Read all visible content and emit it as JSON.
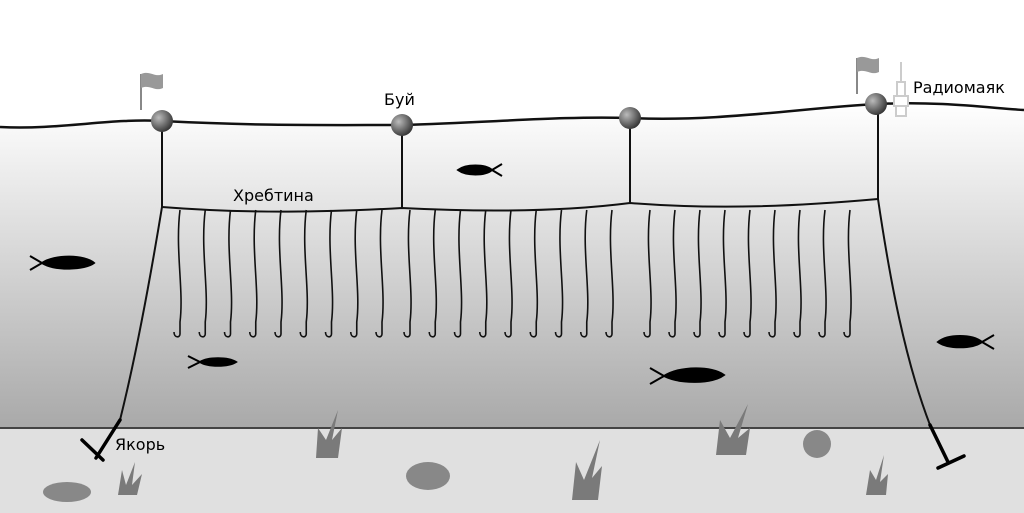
{
  "labels": {
    "buoy": "Буй",
    "backbone": "Хребтина",
    "radio_beacon": "Радиомаяк",
    "anchor": "Якорь"
  },
  "colors": {
    "water_top": "#ffffff",
    "water_bottom": "#a9a9a9",
    "seabed": "#e0e0e0",
    "line": "#111111",
    "weed": "#7a7a7a"
  },
  "hook_count": 27
}
